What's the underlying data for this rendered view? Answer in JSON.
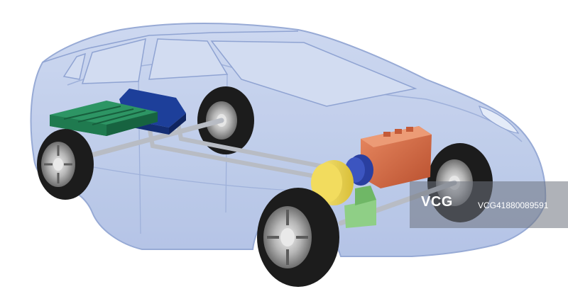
{
  "colors": {
    "body_fill": "#bccbe9",
    "body_stroke": "#8fa3d2",
    "window_fill": "#d2dcf1",
    "battery_green": "#1f7a4f",
    "battery_blue": "#1d3f9a",
    "engine_orange": "#d96a45",
    "generator_yellow": "#f2dc5e",
    "motor_blue": "#2a3fa0",
    "gearbox_green": "#8fcf86",
    "tire": "#1c1c1c",
    "rim": "#9a9a9a",
    "shaft": "#b8bcc4"
  },
  "components": [
    "battery-pack-green",
    "battery-pack-blue",
    "engine",
    "generator",
    "electric-motor",
    "gearbox",
    "axle-shafts",
    "wheels"
  ],
  "watermark": {
    "logo": "VCG",
    "id": "VCG41880089591"
  }
}
